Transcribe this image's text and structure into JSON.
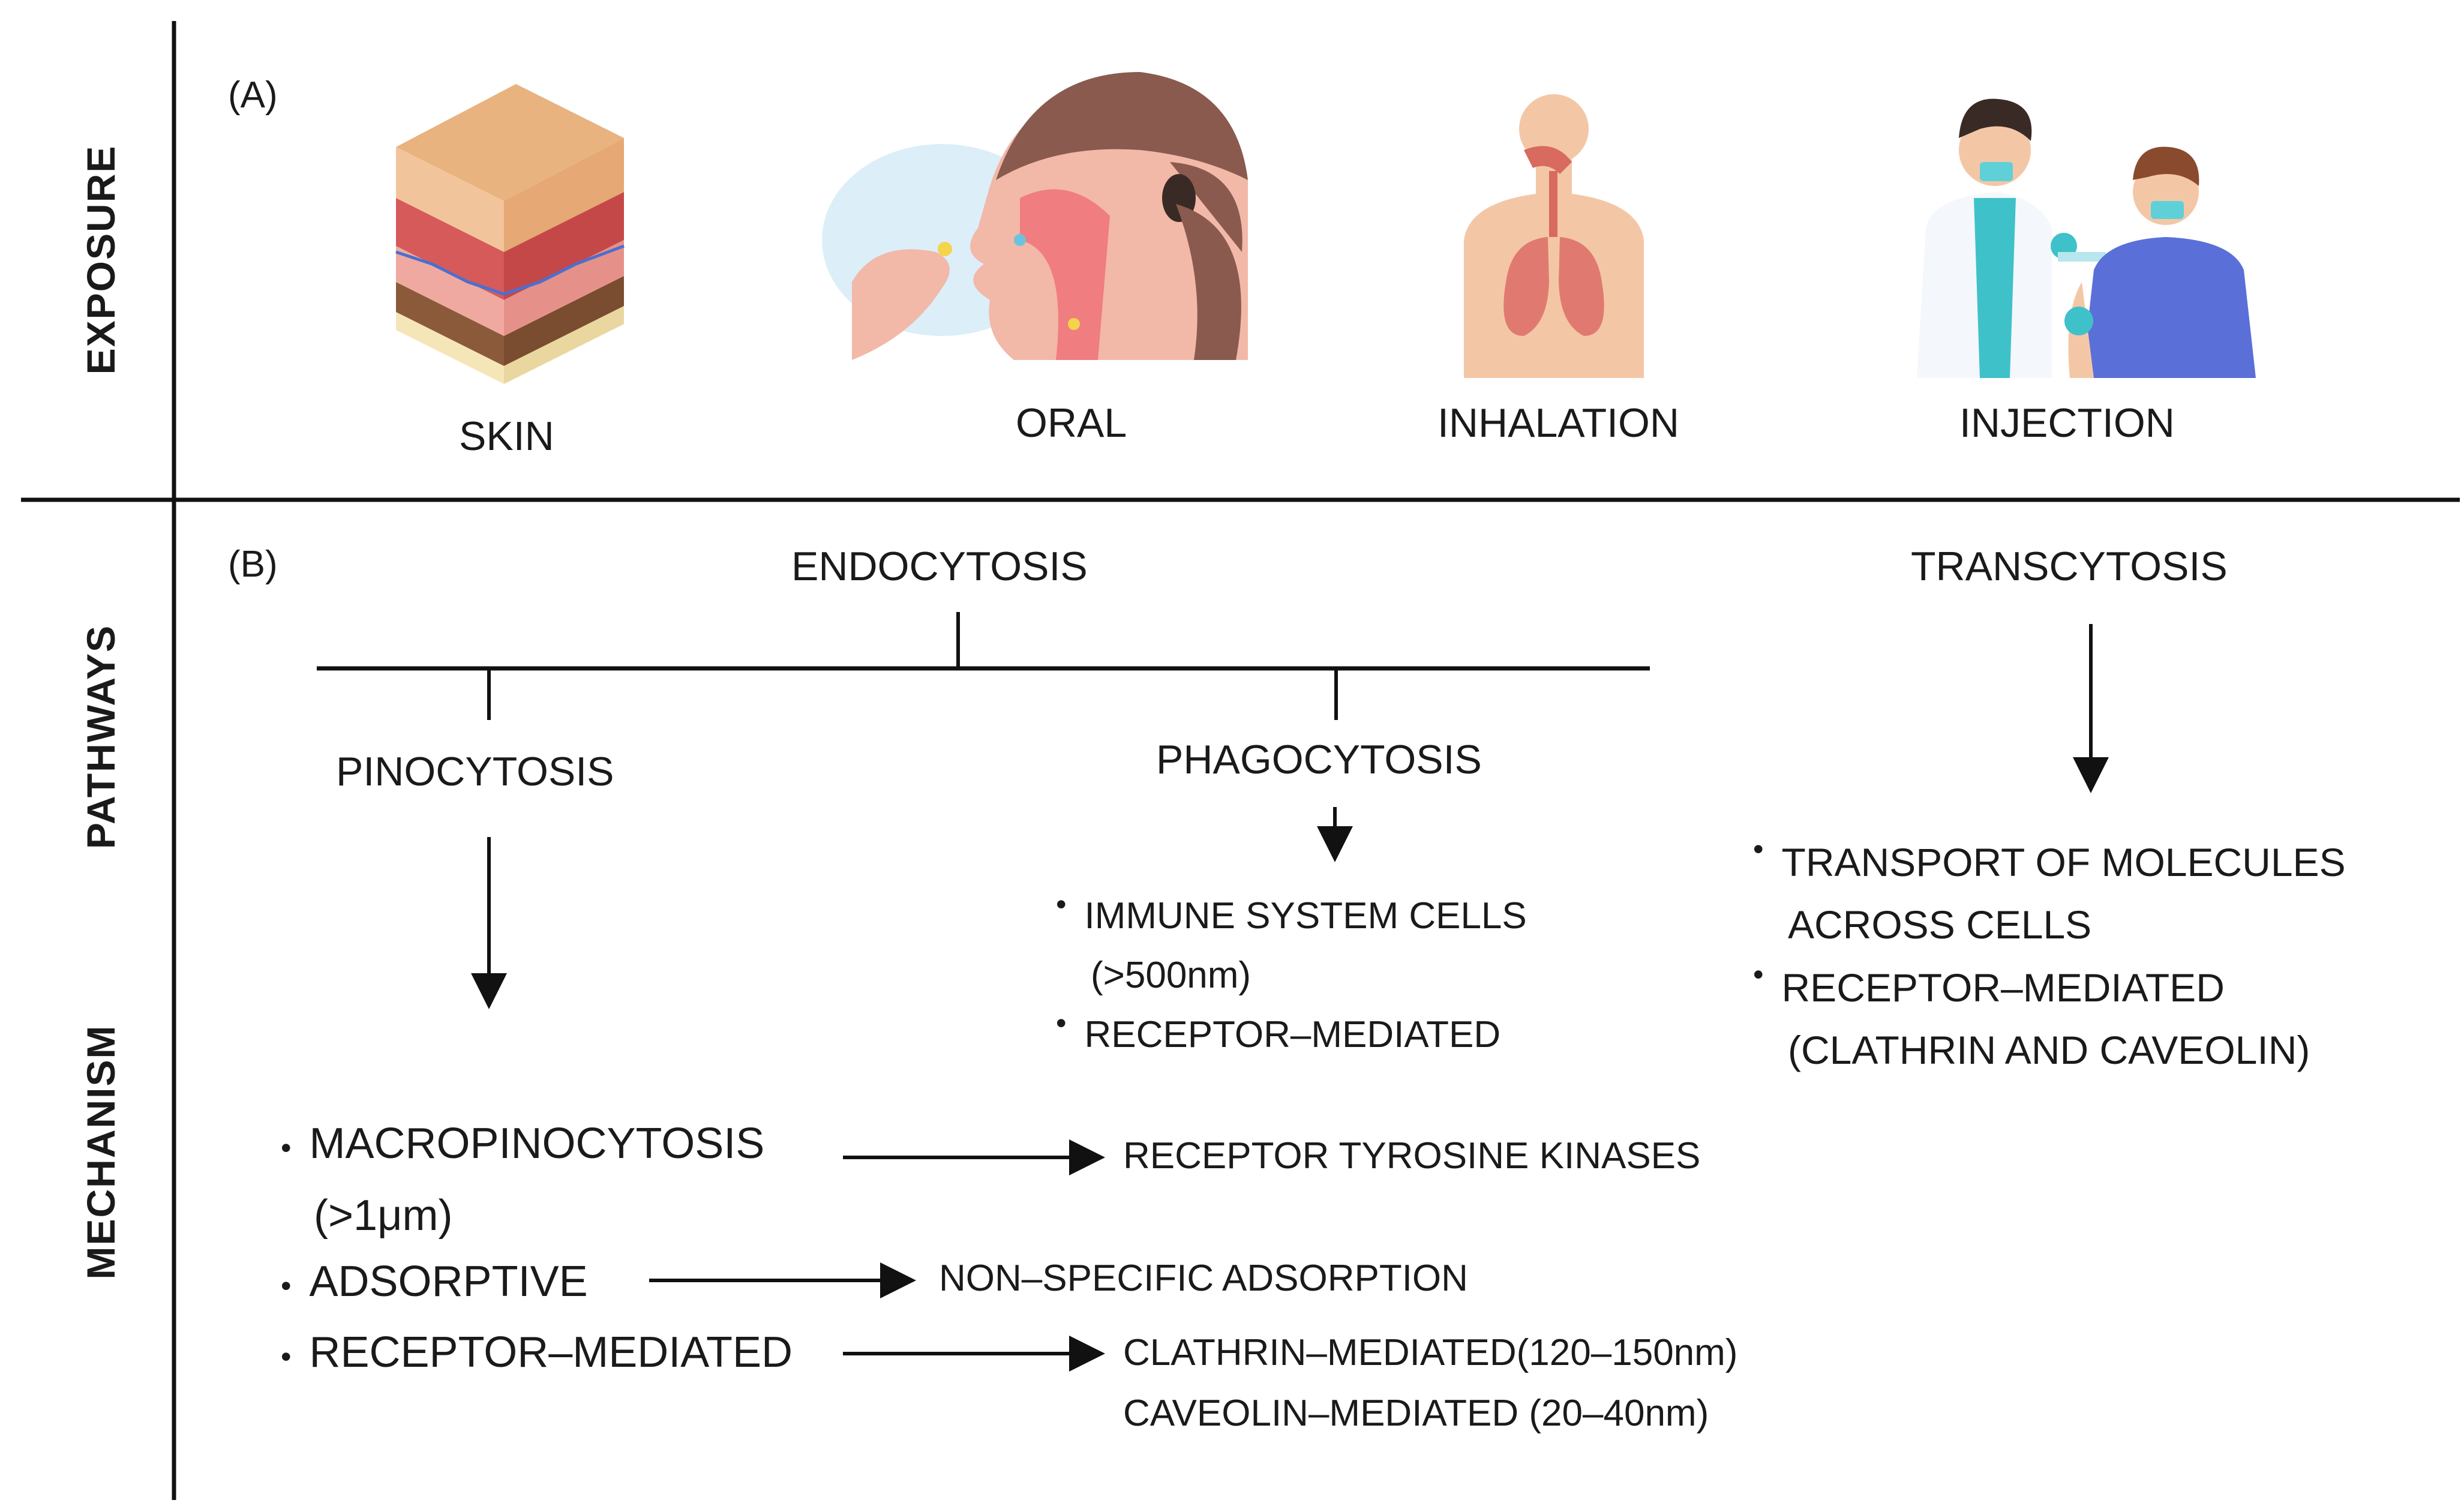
{
  "rows": {
    "exposure": "EXPOSURE",
    "pathways": "PATHWAYS",
    "mechanism": "MECHANISM"
  },
  "panel_a": {
    "label": "(A)",
    "routes": [
      "SKIN",
      "ORAL",
      "INHALATION",
      "INJECTION"
    ]
  },
  "panel_b": {
    "label": "(B)",
    "endocytosis": "ENDOCYTOSIS",
    "transcytosis": "TRANSCYTOSIS",
    "pinocytosis": "PINOCYTOSIS",
    "phagocytosis": "PHAGOCYTOSIS",
    "phago_items": [
      "IMMUNE SYSTEM CELLS",
      "(>500nm)",
      "RECEPTOR–MEDIATED"
    ],
    "transcyto_items": [
      "TRANSPORT OF MOLECULES",
      "ACROSS CELLS",
      "RECEPTOR–MEDIATED",
      "(CLATHRIN AND CAVEOLIN)"
    ],
    "pino_items": [
      "MACROPINOCYTOSIS",
      "(>1μm)",
      "ADSORPTIVE",
      "RECEPTOR–MEDIATED"
    ],
    "pino_targets": [
      "RECEPTOR TYROSINE KINASES",
      "NON–SPECIFIC ADSORPTION",
      "CLATHRIN–MEDIATED(120–150nm)",
      "CAVEOLIN–MEDIATED (20–40nm)"
    ]
  },
  "colors": {
    "line": "#111111",
    "skin_top": "#f2c49b",
    "skin_red": "#d65a5a",
    "oral_hair": "#8a5a4e",
    "lung": "#e07a70",
    "scrubs": "#3fc1c9",
    "shirt": "#5a70d8"
  }
}
